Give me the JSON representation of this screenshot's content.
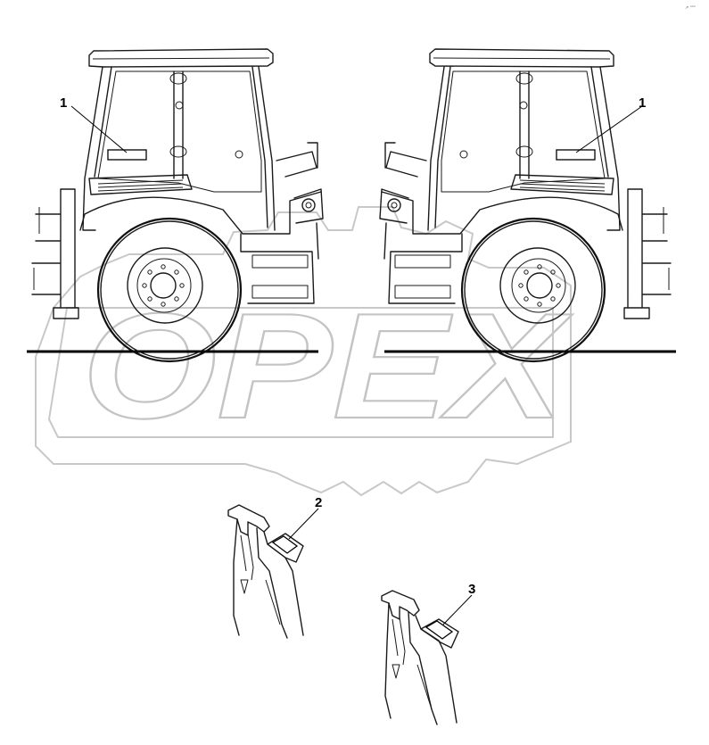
{
  "watermark": {
    "text": "OPEX"
  },
  "corner_mark": "↗ ⁿⁿⁿ",
  "callouts": [
    {
      "id": "1",
      "label": "1"
    },
    {
      "id": "1",
      "label": "1"
    },
    {
      "id": "2",
      "label": "2"
    },
    {
      "id": "3",
      "label": "3"
    }
  ],
  "colors": {
    "line": "#1a1a1a",
    "watermark": "#c4c4c4",
    "background": "#ffffff"
  }
}
